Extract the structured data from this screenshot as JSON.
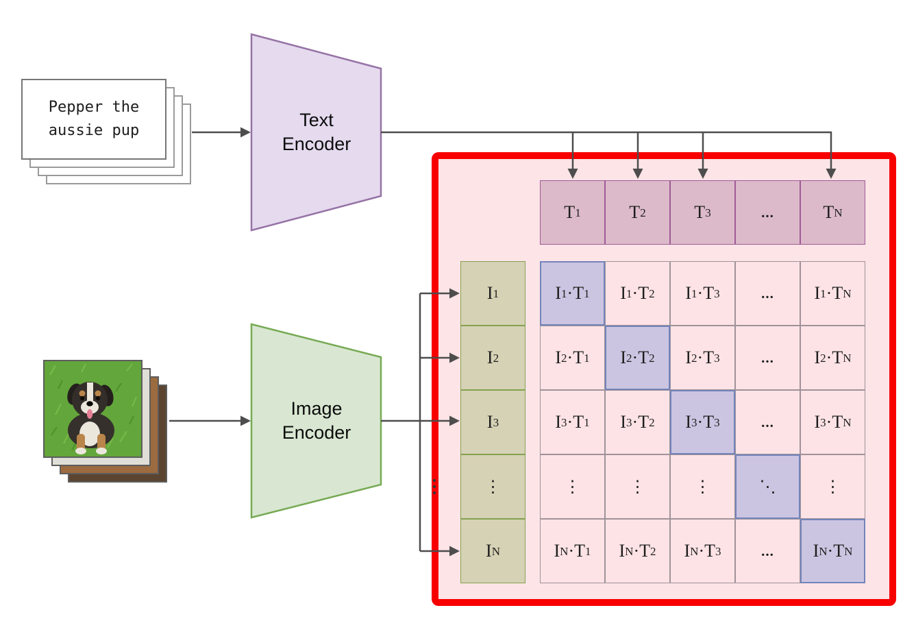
{
  "diagram": {
    "text_input": {
      "caption": "Pepper the\naussie pup"
    },
    "image_input": {
      "icon": "puppy-photo-stack"
    },
    "text_encoder_label": "Text\nEncoder",
    "image_encoder_label": "Image\nEncoder"
  },
  "matrix": {
    "header": [
      {
        "label": "T_1"
      },
      {
        "label": "T_2"
      },
      {
        "label": "T_3"
      },
      {
        "label": "..."
      },
      {
        "label": "T_N"
      }
    ],
    "rows": [
      {
        "label": "I_1",
        "cells": [
          {
            "label": "I_1·T_1",
            "highlighted": true
          },
          {
            "label": "I_1·T_2"
          },
          {
            "label": "I_1·T_3"
          },
          {
            "label": "..."
          },
          {
            "label": "I_1·T_N"
          }
        ]
      },
      {
        "label": "I_2",
        "cells": [
          {
            "label": "I_2·T_1"
          },
          {
            "label": "I_2·T_2",
            "highlighted": true
          },
          {
            "label": "I_2·T_3"
          },
          {
            "label": "..."
          },
          {
            "label": "I_2·T_N"
          }
        ]
      },
      {
        "label": "I_3",
        "cells": [
          {
            "label": "I_3·T_1"
          },
          {
            "label": "I_3·T_2"
          },
          {
            "label": "I_3·T_3",
            "highlighted": true
          },
          {
            "label": "..."
          },
          {
            "label": "I_3·T_N"
          }
        ]
      },
      {
        "label": "⋮",
        "cells": [
          {
            "label": "⋮"
          },
          {
            "label": "⋮"
          },
          {
            "label": "⋮"
          },
          {
            "label": "⋱",
            "highlighted": true
          },
          {
            "label": "⋮"
          }
        ]
      },
      {
        "label": "I_N",
        "cells": [
          {
            "label": "I_N·T_1"
          },
          {
            "label": "I_N·T_2"
          },
          {
            "label": "I_N·T_3"
          },
          {
            "label": "..."
          },
          {
            "label": "I_N·T_N",
            "highlighted": true
          }
        ]
      }
    ]
  },
  "colors": {
    "red_border": "#f80000",
    "panel_background": "#fce4e7",
    "text_cell_fill": "#dcbac9",
    "text_cell_border": "#a05a96",
    "image_cell_fill": "#d6d2b5",
    "image_cell_border": "#83a14f",
    "matrix_cell_fill": "#fde3e6",
    "matrix_cell_border": "#9f9298",
    "diagonal_cell_fill": "#ccc5e1",
    "diagonal_cell_border": "#7384bb",
    "text_encoder_fill": "#e5daee",
    "text_encoder_border": "#9673a6",
    "image_encoder_fill": "#d9e7d2",
    "image_encoder_border": "#77aa54",
    "wire": "#4d4d4d"
  }
}
